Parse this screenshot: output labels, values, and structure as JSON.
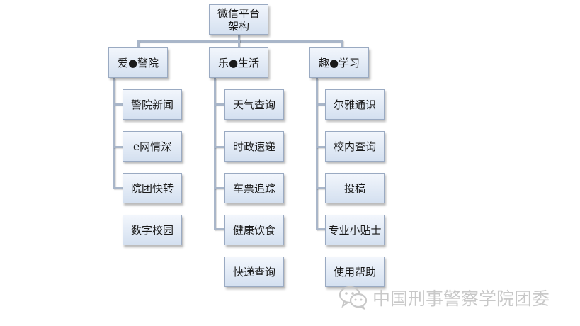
{
  "root": {
    "label": "微信平台\n架构"
  },
  "columns": [
    {
      "label": "爱●警院",
      "items": [
        "警院新闻",
        "e网情深",
        "院团快转"
      ],
      "extra": "数字校园"
    },
    {
      "label": "乐●生活",
      "items": [
        "天气查询",
        "时政速递",
        "车票追踪",
        "健康饮食"
      ],
      "extra": "快递查询"
    },
    {
      "label": "趣●学习",
      "items": [
        "尔雅通识",
        "校内查询",
        "投稿",
        "专业小贴士"
      ],
      "extra": "使用帮助"
    }
  ],
  "watermark": {
    "text": "中国刑事警察学院团委",
    "icon": "wechat-icon"
  }
}
